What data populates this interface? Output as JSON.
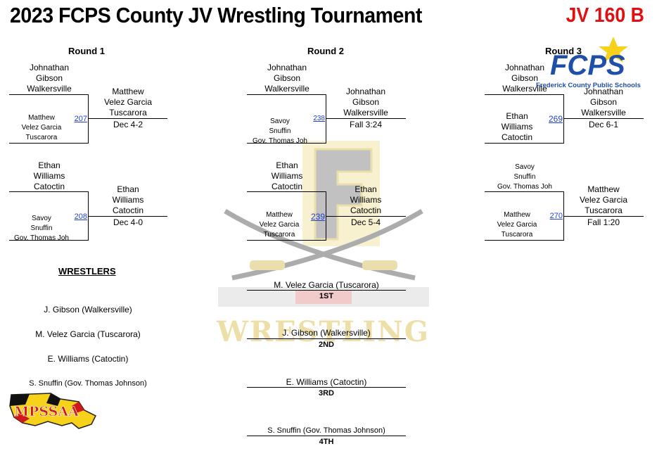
{
  "header": {
    "title": "2023 FCPS County JV Wrestling Tournament",
    "weight_class": "JV 160 B"
  },
  "rounds": [
    "Round 1",
    "Round 2",
    "Round 3"
  ],
  "logos": {
    "fcps_text": "FCPS",
    "fcps_subtitle": "Frederick County Public Schools",
    "mpssaa_text": "MPSSAA",
    "watermark_letter": "F",
    "watermark_word": "WRESTLING"
  },
  "bouts": [
    {
      "number": "207",
      "top": [
        "Johnathan",
        "Gibson",
        "Walkersville"
      ],
      "bottom": [
        "Matthew",
        "Velez Garcia",
        "Tuscarora"
      ],
      "winner": [
        "Matthew",
        "Velez Garcia",
        "Tuscarora"
      ],
      "result": "Dec 4-2"
    },
    {
      "number": "208",
      "top": [
        "Ethan",
        "Williams",
        "Catoctin"
      ],
      "bottom": [
        "Savoy",
        "Snuffin",
        "Gov. Thomas Joh"
      ],
      "winner": [
        "Ethan",
        "Williams",
        "Catoctin"
      ],
      "result": "Dec 4-0"
    },
    {
      "number": "238",
      "top": [
        "Johnathan",
        "Gibson",
        "Walkersville"
      ],
      "bottom": [
        "Savoy",
        "Snuffin",
        "Gov. Thomas Joh"
      ],
      "winner": [
        "Johnathan",
        "Gibson",
        "Walkersville"
      ],
      "result": "Fall 3:24"
    },
    {
      "number": "239",
      "top": [
        "Ethan",
        "Williams",
        "Catoctin"
      ],
      "bottom": [
        "Matthew",
        "Velez Garcia",
        "Tuscarora"
      ],
      "winner": [
        "Ethan",
        "Williams",
        "Catoctin"
      ],
      "result": "Dec 5-4"
    },
    {
      "number": "269",
      "top": [
        "Johnathan",
        "Gibson",
        "Walkersville"
      ],
      "bottom": [
        "Ethan",
        "Williams",
        "Catoctin"
      ],
      "winner": [
        "Johnathan",
        "Gibson",
        "Walkersville"
      ],
      "result": "Dec 6-1"
    },
    {
      "number": "270",
      "top": [
        "Savoy",
        "Snuffin",
        "Gov. Thomas Joh"
      ],
      "bottom": [
        "Matthew",
        "Velez Garcia",
        "Tuscarora"
      ],
      "winner": [
        "Matthew",
        "Velez Garcia",
        "Tuscarora"
      ],
      "result": "Fall 1:20"
    }
  ],
  "wrestlers": {
    "heading": "WRESTLERS",
    "list": [
      "J. Gibson (Walkersville)",
      "M. Velez Garcia (Tuscarora)",
      "E. Williams (Catoctin)",
      "S. Snuffin (Gov. Thomas Johnson)"
    ]
  },
  "placements": [
    {
      "name": "M. Velez Garcia (Tuscarora)",
      "place": "1ST"
    },
    {
      "name": "J. Gibson (Walkersville)",
      "place": "2ND"
    },
    {
      "name": "E. Williams (Catoctin)",
      "place": "3RD"
    },
    {
      "name": "S. Snuffin (Gov. Thomas Johnson)",
      "place": "4TH"
    }
  ],
  "colors": {
    "weight_red": "#e01010",
    "fcps_blue": "#1f4fa8",
    "fcps_yellow": "#f6d21a",
    "watermark_gold": "#d9c46a",
    "watermark_gray": "#9a9a9a",
    "link_blue": "#2340c8"
  }
}
